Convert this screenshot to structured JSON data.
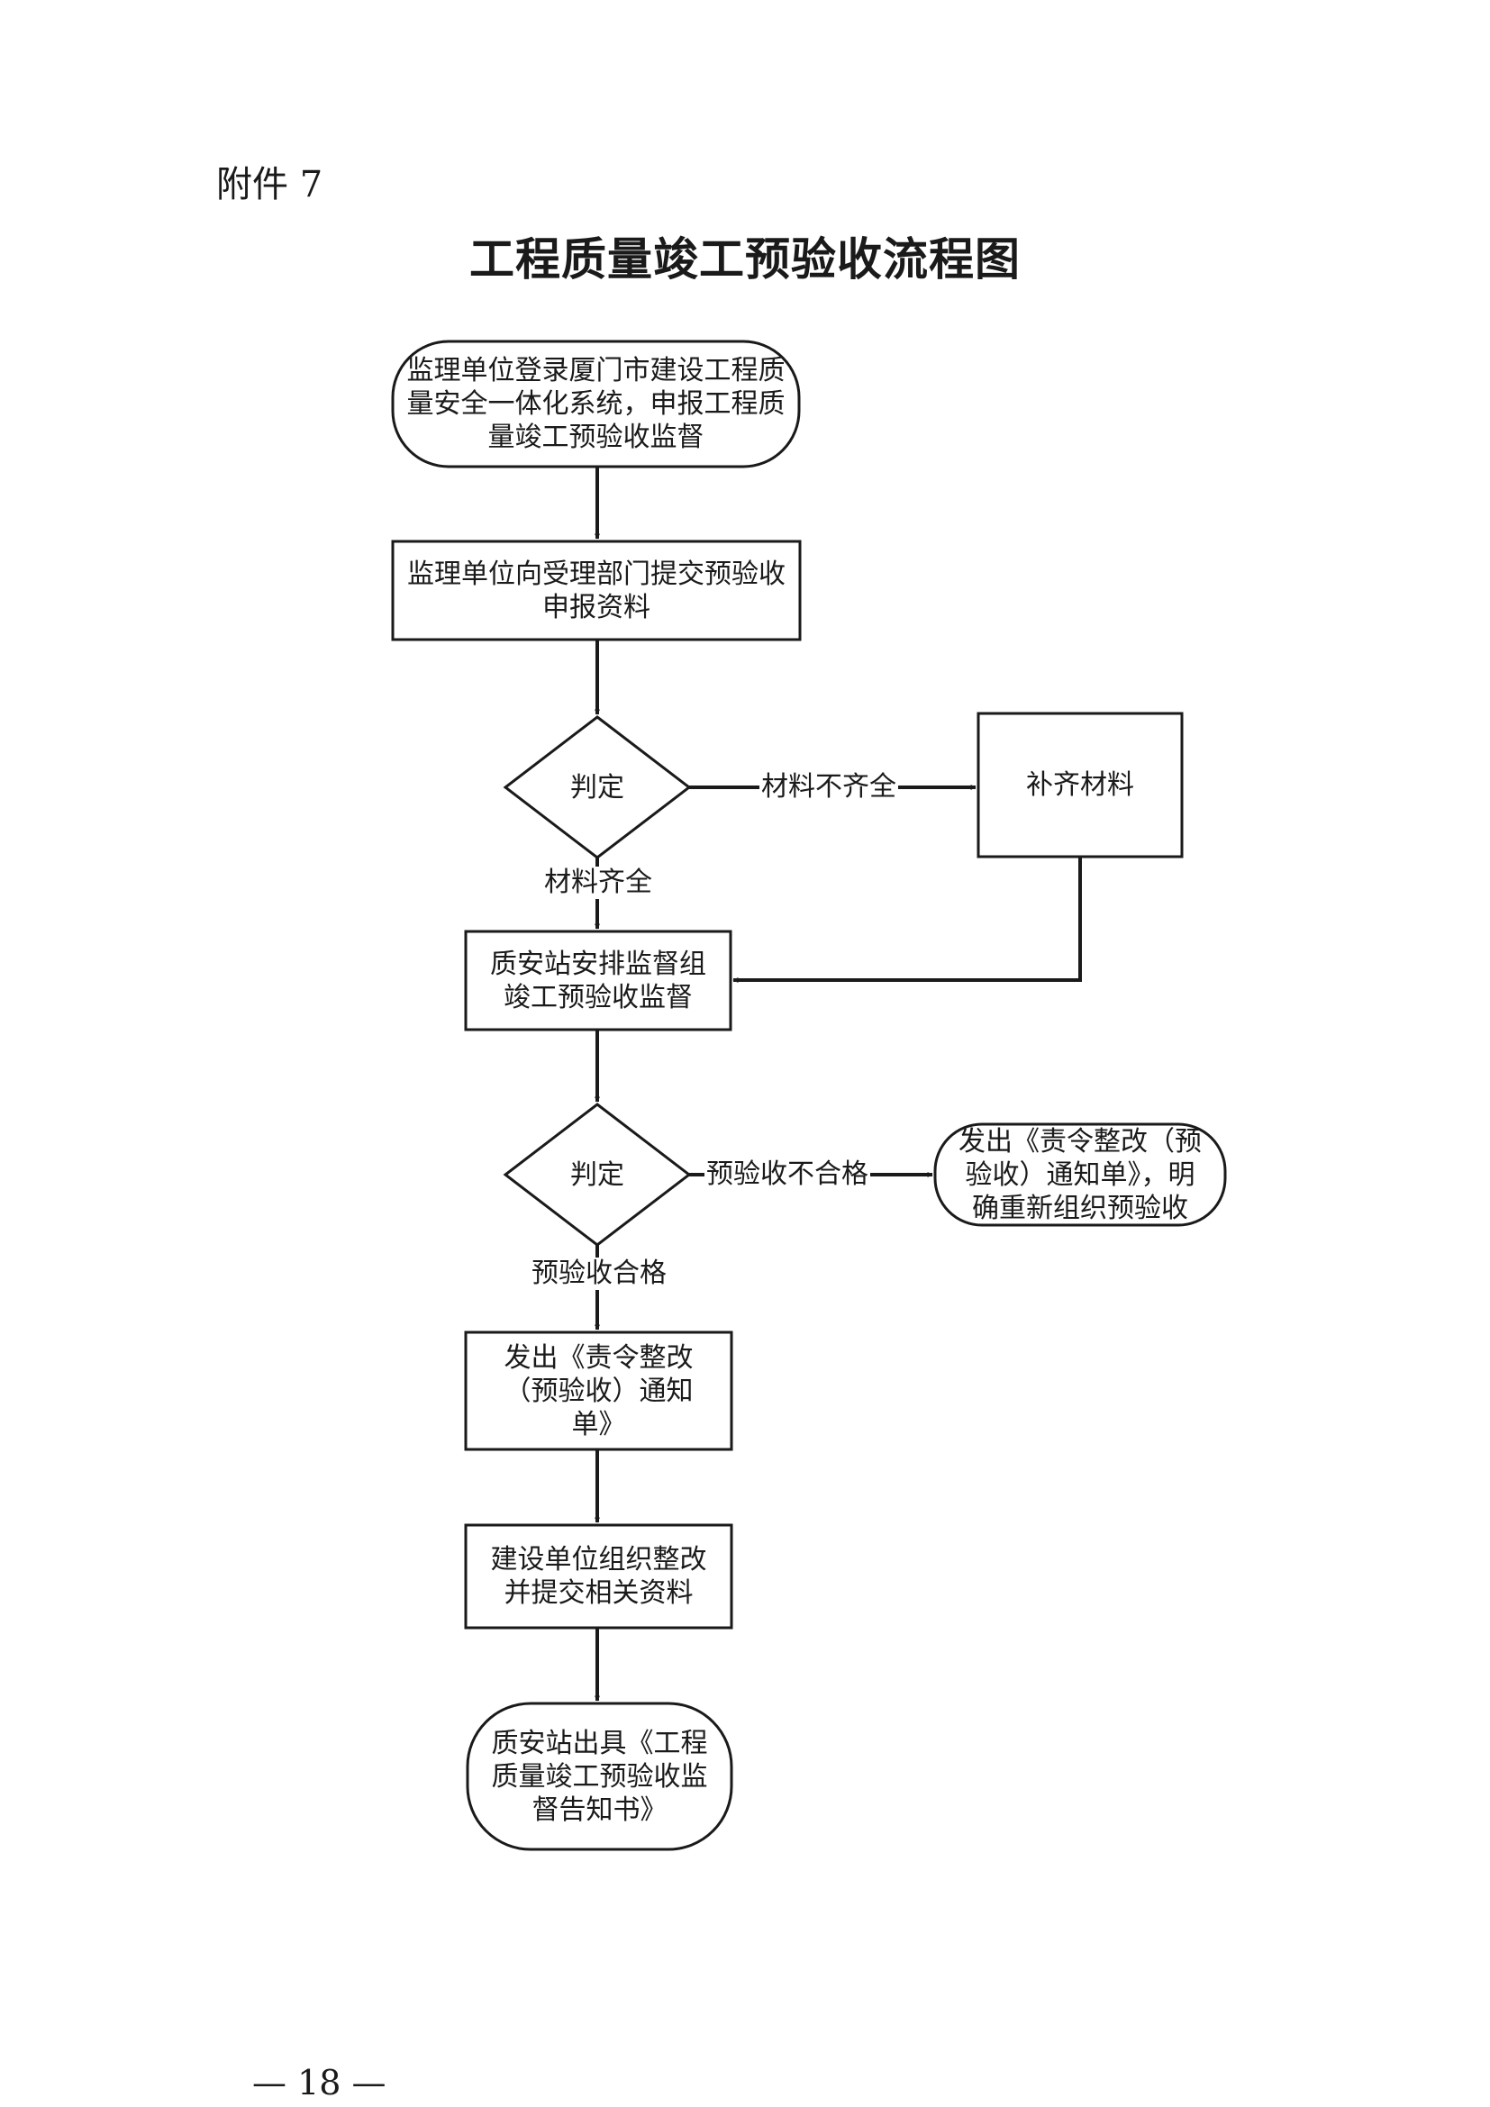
{
  "header": {
    "attachment": "附件 7",
    "title": "工程质量竣工预验收流程图"
  },
  "flowchart": {
    "nodes": {
      "start": {
        "shape": "terminator",
        "lines": [
          "监理单位登录厦门市建设工程质",
          "量安全一体化系统，申报工程质",
          "量竣工预验收监督"
        ]
      },
      "submit": {
        "shape": "process",
        "lines": [
          "监理单位向受理部门提交预验收",
          "申报资料"
        ]
      },
      "decision1": {
        "shape": "decision",
        "lines": [
          "判定"
        ]
      },
      "supplement": {
        "shape": "process",
        "lines": [
          "补齐材料"
        ]
      },
      "arrange": {
        "shape": "process",
        "lines": [
          "质安站安排监督组",
          "竣工预验收监督"
        ]
      },
      "decision2": {
        "shape": "decision",
        "lines": [
          "判定"
        ]
      },
      "redo": {
        "shape": "terminator",
        "lines": [
          "发出《责令整改（预",
          "验收）通知单》，明",
          "确重新组织预验收"
        ]
      },
      "notice": {
        "shape": "process",
        "lines": [
          "发出《责令整改",
          "（预验收）通知",
          "单》"
        ]
      },
      "rectify": {
        "shape": "process",
        "lines": [
          "建设单位组织整改",
          "并提交相关资料"
        ]
      },
      "end": {
        "shape": "terminator",
        "lines": [
          "质安站出具《工程",
          "质量竣工预验收监",
          "督告知书》"
        ]
      }
    },
    "edge_labels": {
      "incomplete": "材料不齐全",
      "complete": "材料齐全",
      "fail": "预验收不合格",
      "pass": "预验收合格"
    }
  },
  "footer": {
    "page_number": "— 18 —"
  }
}
